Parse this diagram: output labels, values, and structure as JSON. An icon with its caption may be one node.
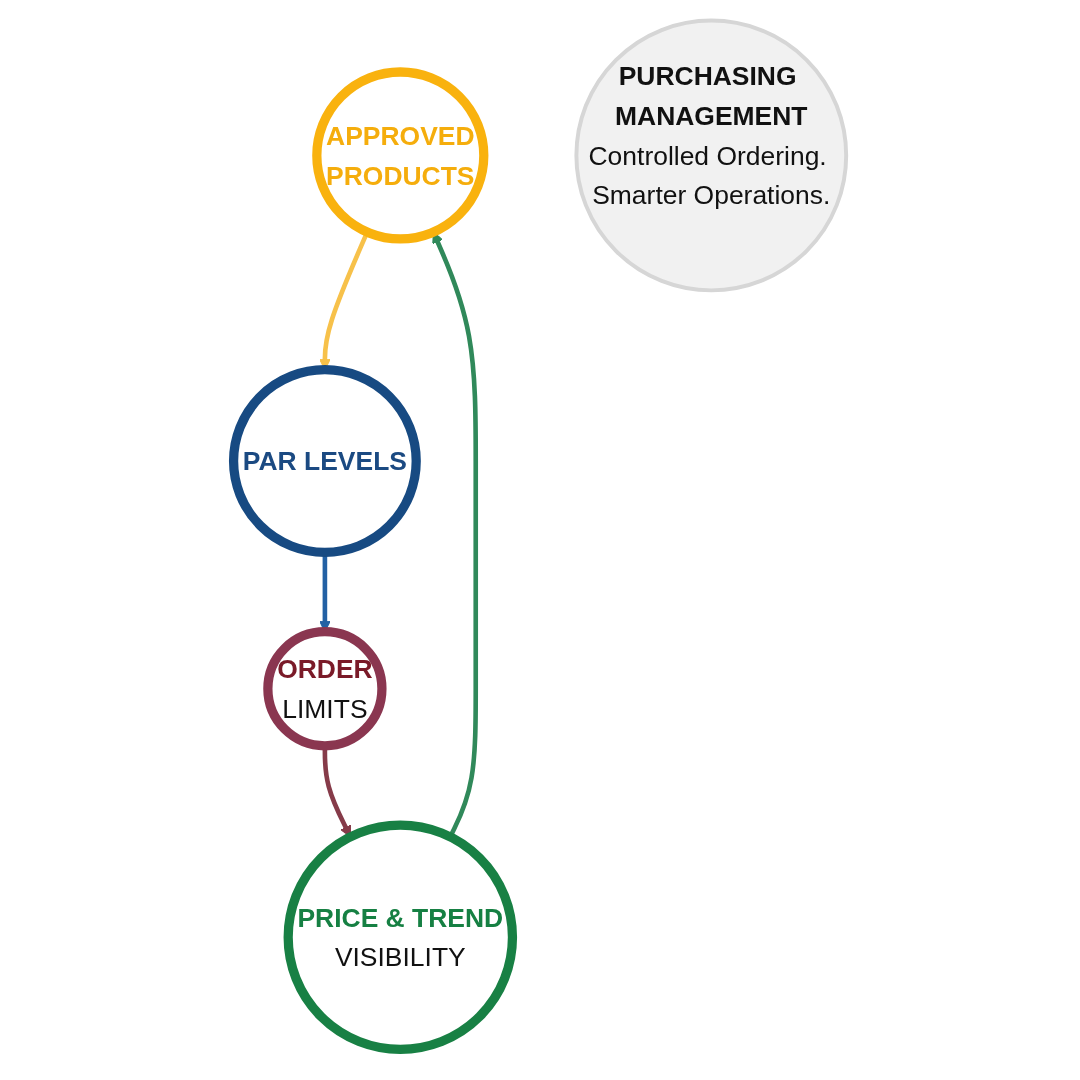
{
  "diagram": {
    "nodes": [
      {
        "text": [
          "APPROVED",
          "PRODUCTS"
        ]
      },
      {
        "text": [
          "PRICE & TREND",
          "VISIBILITY"
        ]
      },
      {
        "text": [
          "PURCHASING MANAGEMENT",
          "Controlled Ordering. Smarter Operations."
        ]
      },
      {
        "text": [
          "PAR LEVELS"
        ]
      },
      {
        "text": [
          "ORDER",
          "LIMITS"
        ]
      }
    ],
    "edges": [
      {
        "from": 0,
        "to": 3,
        "arrow": "to",
        "color": "#f7c14a"
      },
      {
        "from": 3,
        "to": 4,
        "arrow": "to",
        "color": "#2361a4"
      },
      {
        "from": 4,
        "to": 1,
        "arrow": "to",
        "color": "#863b49"
      },
      {
        "from": 1,
        "to": 0,
        "arrow": "to",
        "color": "#30895a"
      }
    ]
  }
}
